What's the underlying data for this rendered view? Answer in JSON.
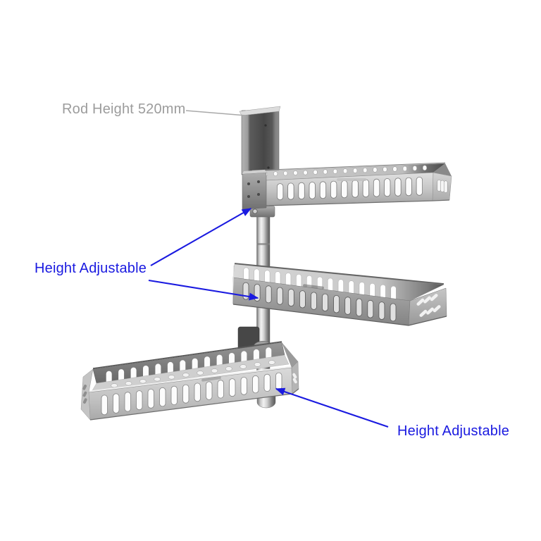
{
  "figure": {
    "background_color": "#ffffff",
    "subject": "three-tier-swivel-rack-photo"
  },
  "annotations": {
    "rod_height": {
      "text": "Rod Height 520mm",
      "color": "#9c9c9c"
    },
    "height_adjustable_left": {
      "text": "Height Adjustable",
      "color": "#1a1ae0"
    },
    "height_adjustable_right": {
      "text": "Height Adjustable",
      "color": "#1a1ae0"
    }
  },
  "colors": {
    "annotation_blue": "#1a1ae0",
    "annotation_gray": "#9c9c9c",
    "leader_line": "#a9a9a9",
    "metal_light": "#d9d9d9",
    "metal_mid": "#a8a8a8",
    "metal_dark": "#5f5f5f"
  }
}
